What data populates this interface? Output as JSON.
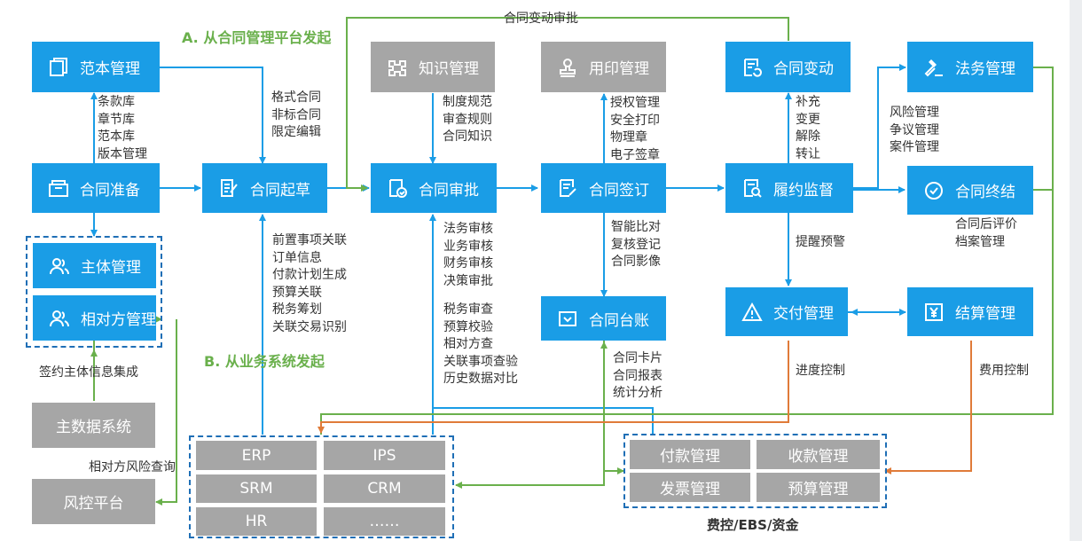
{
  "title_a": "A. 从合同管理平台发起",
  "title_b": "B. 从业务系统发起",
  "top_loop_label": "合同变动审批",
  "nodes": {
    "template": "范本管理",
    "prepare": "合同准备",
    "draft": "合同起草",
    "knowledge": "知识管理",
    "approve": "合同审批",
    "seal": "用印管理",
    "sign": "合同签订",
    "change": "合同变动",
    "monitor": "履约监督",
    "legal": "法务管理",
    "terminate": "合同终结",
    "subject": "主体管理",
    "counterparty": "相对方管理",
    "ledger": "合同台账",
    "delivery": "交付管理",
    "settlement": "结算管理",
    "master_data": "主数据系统",
    "risk_platform": "风控平台"
  },
  "labels": {
    "template_items": [
      "条款库",
      "章节库",
      "范本库",
      "版本管理"
    ],
    "draft_items": [
      "格式合同",
      "非标合同",
      "限定编辑"
    ],
    "knowledge_items": [
      "制度规范",
      "审查规则",
      "合同知识"
    ],
    "seal_items": [
      "授权管理",
      "安全打印",
      "物理章",
      "电子签章"
    ],
    "change_items": [
      "补充",
      "变更",
      "解除",
      "转让"
    ],
    "legal_items": [
      "风险管理",
      "争议管理",
      "案件管理"
    ],
    "terminate_items": [
      "合同后评价",
      "档案管理"
    ],
    "draft_inputs": [
      "前置事项关联",
      "订单信息",
      "付款计划生成",
      "预算关联",
      "税务筹划",
      "关联交易识别"
    ],
    "approve_items_1": [
      "法务审核",
      "业务审核",
      "财务审核",
      "决策审批"
    ],
    "approve_items_2": [
      "税务审查",
      "预算校验",
      "相对方查",
      "关联事项查验",
      "历史数据对比"
    ],
    "sign_items": [
      "智能比对",
      "复核登记",
      "合同影像"
    ],
    "ledger_items": [
      "合同卡片",
      "合同报表",
      "统计分析"
    ],
    "monitor_alert": "提醒预警",
    "progress_control": "进度控制",
    "cost_control": "费用控制",
    "subject_integration": "签约主体信息集成",
    "counterparty_risk": "相对方风险查询"
  },
  "systems": {
    "business": [
      "ERP",
      "IPS",
      "SRM",
      "CRM",
      "HR",
      "……"
    ],
    "finance": [
      "付款管理",
      "收款管理",
      "发票管理",
      "预算管理"
    ],
    "finance_caption": "费控/EBS/资金"
  },
  "colors": {
    "node_blue": "#1a9de6",
    "node_gray": "#a6a6a6",
    "arrow_blue": "#1a9de6",
    "arrow_green": "#6ab04c",
    "arrow_orange": "#e07b39",
    "dashed_border": "#1f6fb6"
  },
  "icons": {
    "template": "copy-icon",
    "prepare": "folder-icon",
    "draft": "edit-icon",
    "knowledge": "puzzle-icon",
    "approve": "check-doc-icon",
    "seal": "stamp-icon",
    "sign": "sign-doc-icon",
    "change": "refresh-doc-icon",
    "monitor": "search-doc-icon",
    "legal": "gavel-icon",
    "terminate": "check-circle-icon",
    "subject": "users-icon",
    "counterparty": "users-icon",
    "ledger": "inbox-icon",
    "delivery": "warning-icon",
    "settlement": "yen-icon"
  }
}
